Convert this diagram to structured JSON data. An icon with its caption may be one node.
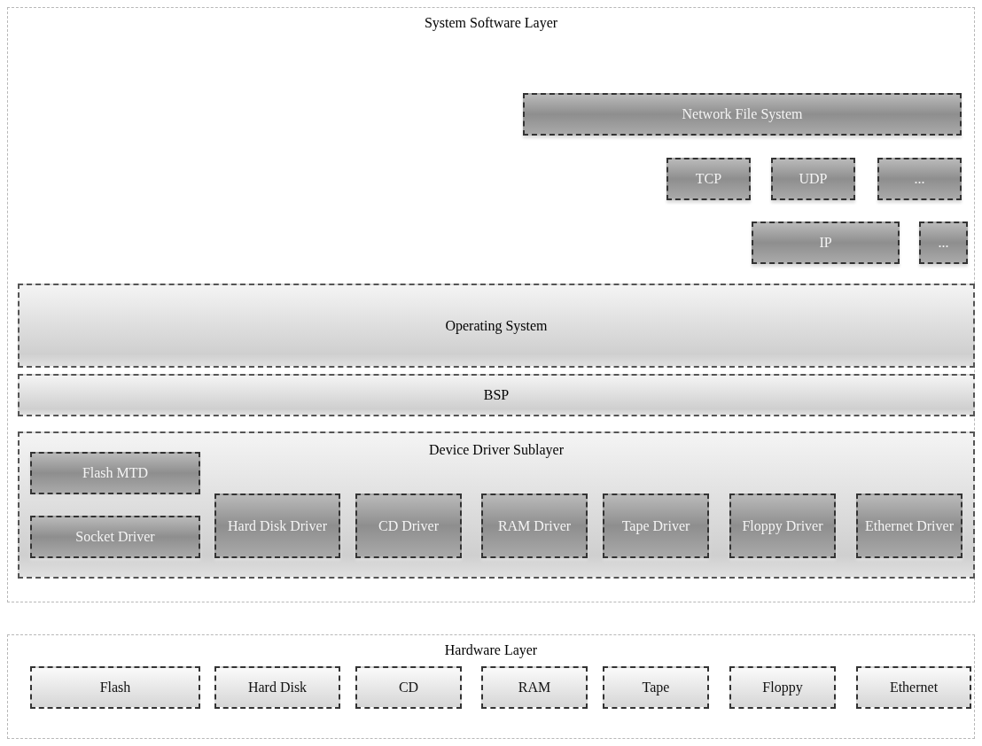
{
  "diagram": {
    "nodes": [
      {
        "text": [
          "System Software Layer"
        ]
      },
      {
        "text": [
          "Network File System"
        ],
        "in": 0
      },
      {
        "text": [
          "TCP"
        ],
        "in": 0
      },
      {
        "text": [
          "UDP"
        ],
        "in": 0
      },
      {
        "text": [
          "..."
        ],
        "in": 0
      },
      {
        "text": [
          "IP"
        ],
        "in": 0
      },
      {
        "text": [
          "..."
        ],
        "in": 0
      },
      {
        "text": [
          "Operating System"
        ],
        "in": 0
      },
      {
        "text": [
          "BSP"
        ],
        "in": 0
      },
      {
        "text": [
          "Device Driver Sublayer"
        ],
        "in": 0
      },
      {
        "text": [
          "Flash MTD"
        ],
        "in": 9
      },
      {
        "text": [
          "Socket Driver"
        ],
        "in": 9
      },
      {
        "text": [
          "Hard Disk Driver"
        ],
        "in": 9
      },
      {
        "text": [
          "CD Driver"
        ],
        "in": 9
      },
      {
        "text": [
          "RAM Driver"
        ],
        "in": 9
      },
      {
        "text": [
          "Tape Driver"
        ],
        "in": 9
      },
      {
        "text": [
          "Floppy Driver"
        ],
        "in": 9
      },
      {
        "text": [
          "Ethernet Driver"
        ],
        "in": 9
      },
      {
        "text": [
          "Hardware Layer"
        ]
      },
      {
        "text": [
          "Flash"
        ],
        "in": 18
      },
      {
        "text": [
          "Hard Disk"
        ],
        "in": 18
      },
      {
        "text": [
          "CD"
        ],
        "in": 18
      },
      {
        "text": [
          "RAM"
        ],
        "in": 18
      },
      {
        "text": [
          "Tape"
        ],
        "in": 18
      },
      {
        "text": [
          "Floppy"
        ],
        "in": 18
      },
      {
        "text": [
          "Ethernet"
        ],
        "in": 18
      }
    ],
    "edges": []
  }
}
